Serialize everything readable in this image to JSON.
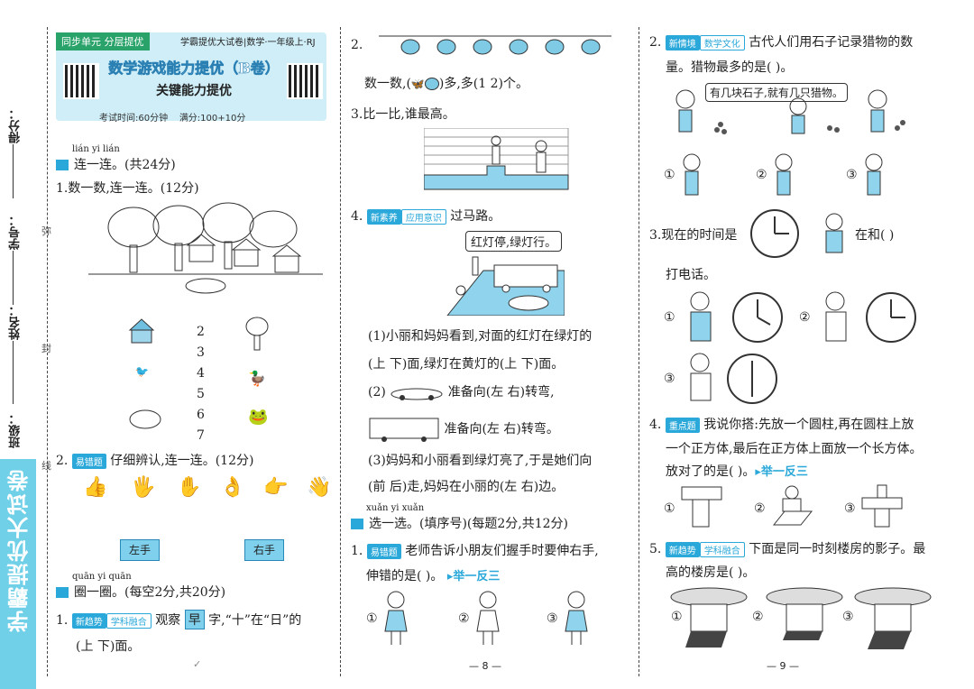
{
  "side": {
    "score": "得分：",
    "id": "学号：",
    "name": "姓名：",
    "cls": "班级：",
    "cut1": "弥",
    "cut2": "封",
    "cut3": "线",
    "banner": "学霸提优大试卷"
  },
  "left": {
    "tag": "同步单元 分层提优",
    "series": "学霸提优大试卷|数学·一年级上·RJ",
    "title": "数学游戏能力提优（B卷）",
    "subtitle": "关键能力提优",
    "time": "考试时间:60分钟",
    "full": "满分:100+10分",
    "s1_pinyin": "lián yi lián",
    "s1": "连一连。(共24分)",
    "q1": "1.数一数,连一连。(12分)",
    "nums": [
      "2",
      "3",
      "4",
      "5",
      "6",
      "7"
    ],
    "q2_badge": "易错题",
    "q2": "仔细辨认,连一连。(12分)",
    "left_hand": "左手",
    "right_hand": "右手",
    "s2_pinyin": "quān yi quān",
    "s2": "圈一圈。(每空2分,共20分)",
    "q3_num": "1.",
    "q3_badge1": "新趋势",
    "q3_badge2": "学科融合",
    "q3_a": "观察",
    "q3_char": "早",
    "q3_b": "字,“十”在“日”的",
    "q3_c": "(上  下)面。",
    "mark": "✓"
  },
  "mid": {
    "q2": "2.",
    "q2_text": "数一数,(",
    "q2_text2": ")多,多(1  2)个。",
    "q3": "3.比一比,谁最高。",
    "q4_num": "4.",
    "q4_badge1": "新素养",
    "q4_badge2": "应用意识",
    "q4": "过马路。",
    "bubble": "红灯停,绿灯行。",
    "p1a": "(1)小丽和妈妈看到,对面的红灯在绿灯的",
    "p1b": "(上  下)面,绿灯在黄灯的(上  下)面。",
    "p2a": "(2)",
    "p2b": "准备向(左   右)转弯,",
    "p2c": "准备向(左  右)转弯。",
    "p3a": "(3)妈妈和小丽看到绿灯亮了,于是她们向",
    "p3b": "(前  后)走,妈妈在小丽的(左  右)边。",
    "s3_pinyin": "xuǎn yi xuǎn",
    "s3": "选一选。(填序号)(每题2分,共12分)",
    "sq1_num": "1.",
    "sq1_badge": "易错题",
    "sq1": "老师告诉小朋友们握手时要伸右手,",
    "sq1b": "伸错的是(    )。",
    "sq1_link": "▸举一反三",
    "opts": [
      "①",
      "②",
      "③"
    ],
    "page": "— 8 —"
  },
  "right": {
    "q2_num": "2.",
    "q2_badge1": "新情境",
    "q2_badge2": "数学文化",
    "q2a": "古代人们用石子记录猎物的数",
    "q2b": "量。猎物最多的是(    )。",
    "bubble": "有几块石子,就有几只猎物。",
    "q3a": "3.现在的时间是",
    "q3b": "在和(     )",
    "q3c": "打电话。",
    "q4_num": "4.",
    "q4_badge": "重点题",
    "q4a": "我说你搭:先放一个圆柱,再在圆柱上放",
    "q4b": "一个正方体,最后在正方体上面放一个长方体。",
    "q4c": "放对了的是(    )。",
    "q4_link": "▸举一反三",
    "q5_num": "5.",
    "q5_badge1": "新趋势",
    "q5_badge2": "学科融合",
    "q5a": "下面是同一时刻楼房的影子。最",
    "q5b": "高的楼房是(    )。",
    "opts": [
      "①",
      "②",
      "③"
    ],
    "page": "— 9 —"
  }
}
